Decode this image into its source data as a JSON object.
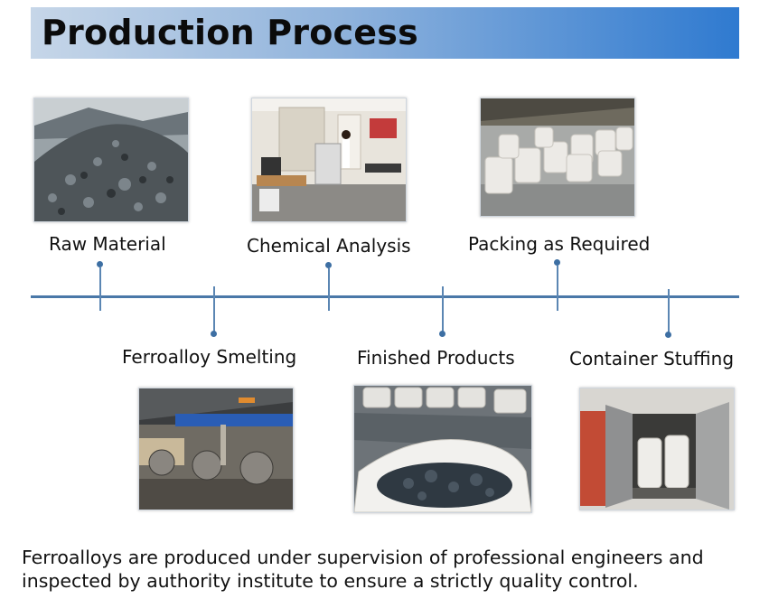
{
  "header": {
    "title": "Production Process"
  },
  "steps_top": [
    {
      "label": "Raw Material",
      "image_icon": "coal-pile-photo"
    },
    {
      "label": "Chemical Analysis",
      "image_icon": "laboratory-photo"
    },
    {
      "label": "Packing as Required",
      "image_icon": "bulk-bags-photo"
    }
  ],
  "steps_bottom": [
    {
      "label": "Ferroalloy Smelting",
      "image_icon": "furnace-workshop-photo"
    },
    {
      "label": "Finished Products",
      "image_icon": "product-in-bag-photo"
    },
    {
      "label": "Container Stuffing",
      "image_icon": "container-loading-photo"
    }
  ],
  "colors": {
    "header_gradient_end": "#2f7ad0",
    "timeline": "#4a78a8"
  },
  "footer": {
    "line1": "Ferroalloys are produced under supervision of professional engineers and",
    "line2": "inspected by authority institute to ensure a strictly quality control."
  }
}
